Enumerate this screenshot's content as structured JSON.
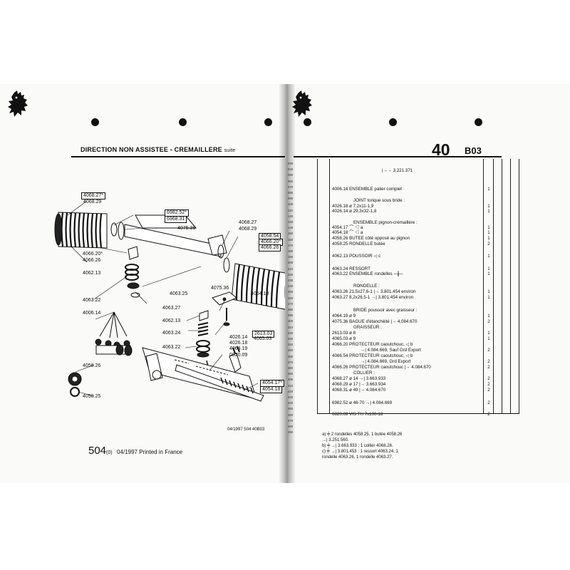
{
  "left_page": {
    "title": "DIRECTION NON ASSISTEE - CREMAILLERE",
    "title_suffix": "suite",
    "callouts": [
      {
        "text": "4068.27*"
      },
      {
        "text": "4068.29"
      },
      {
        "text": "6982.52*"
      },
      {
        "text": "6968.31"
      },
      {
        "text": "4075.36"
      },
      {
        "text": "4068.27"
      },
      {
        "text": "4068.29"
      },
      {
        "text": "4058.54"
      },
      {
        "text": "4066.20*"
      },
      {
        "text": "4066.26"
      },
      {
        "text": "4066.20*"
      },
      {
        "text": "4066.26"
      },
      {
        "text": "4062.13"
      },
      {
        "text": "4075.36"
      },
      {
        "text": "4063.22"
      },
      {
        "text": "4063.25"
      },
      {
        "text": "4063.27"
      },
      {
        "text": "4006.14"
      },
      {
        "text": "4064.19"
      },
      {
        "text": "4062.13"
      },
      {
        "text": "4063.24"
      },
      {
        "text": "4026.14"
      },
      {
        "text": "4026.18"
      },
      {
        "text": "4064.19"
      },
      {
        "text": "2613.03"
      },
      {
        "text": "4065.03"
      },
      {
        "text": "4063.22"
      },
      {
        "text": "0820.09"
      },
      {
        "text": "4058.26"
      },
      {
        "text": "4054.17*"
      },
      {
        "text": "4054.18"
      },
      {
        "text": "4058.25"
      }
    ],
    "ref_line": "04/1997  504  40B03",
    "model": "504",
    "model_suffix": "(0)",
    "footer_text": "04/1997  Printed in France"
  },
  "right_page": {
    "page_number": "40",
    "page_code": "B03",
    "line_numbers": [
      "030",
      "040",
      "050",
      "060",
      "070",
      "080",
      "090",
      "100",
      "110",
      "120",
      "130",
      "140",
      "150",
      "160",
      "170",
      "180",
      "190",
      "200",
      "210",
      "220",
      "230",
      "240",
      "250",
      "260",
      "270",
      "280",
      "290",
      "300",
      "310",
      "320",
      "330",
      "340",
      "350",
      "360",
      "370",
      "380",
      "390",
      "400",
      "410",
      "420",
      "430",
      "440",
      "450",
      "460",
      "470",
      "480",
      "490"
    ],
    "rows": [
      {
        "text": "|→→  3.221.371",
        "qty": ""
      },
      {
        "text": "4006.14 ENSEMBLE palier complet",
        "qty": "1"
      },
      {
        "text": "JOINT torique sous bride :",
        "qty": ""
      },
      {
        "text": "4026.18  ø 7,2x11-1,9",
        "qty": "1"
      },
      {
        "text": "4026.14  ø 29,3x32-1,8",
        "qty": "1"
      },
      {
        "text": "ENSEMBLE pignon-crémaillère :",
        "qty": ""
      },
      {
        "text": "4054.17  ⌒  ◁  a",
        "qty": "1"
      },
      {
        "text": "4054.18  ⌒  ◁  a",
        "qty": "1"
      },
      {
        "text": "4058.26 BUTEE côté opposé au pignon",
        "qty": "1"
      },
      {
        "text": "4058.25 RONDELLE butée",
        "qty": "2"
      },
      {
        "text": "4062.13 POUSSOIR  ◁  c",
        "qty": "1"
      },
      {
        "text": "4063.24 RESSORT",
        "qty": "1"
      },
      {
        "text": "4063.22 ENSEMBLE rondelles  ─╫─",
        "qty": "1"
      },
      {
        "text": "RONDELLE :",
        "qty": ""
      },
      {
        "text": "4063.26  21,5x27,6-1 |→  3.801.454 environ",
        "qty": "1"
      },
      {
        "text": "4063.27  8,2x26,5-1 →|  3.801.454 environ",
        "qty": "1"
      },
      {
        "text": "BRIDE poussoir avec graisseur :",
        "qty": ""
      },
      {
        "text": "4064.19  ø 9",
        "qty": "1"
      },
      {
        "text": "4075.36 BAGUE d'étanchéité |→  4.084.670",
        "qty": "2"
      },
      {
        "text": "GRAISSEUR :",
        "qty": ""
      },
      {
        "text": "2613.03  ø 8",
        "qty": "1"
      },
      {
        "text": "4065.03  ø 9",
        "qty": "1"
      },
      {
        "text": "4066.20 PROTECTEUR caoutchouc,  ◁  b",
        "qty": ""
      },
      {
        "text": "→|  4.084.669, Sauf Grd Export",
        "qty": "2"
      },
      {
        "text": "4066.54 PROTECTEUR caoutchouc,  ◁  b",
        "qty": ""
      },
      {
        "text": "→|  4.084.669, Grd Export",
        "qty": "2"
      },
      {
        "text": "4066.26 PROTECTEUR caoutchouc |→  4.084.670",
        "qty": "2"
      },
      {
        "text": "COLLIER :",
        "qty": ""
      },
      {
        "text": "4068.27  ø 14  →|  3.663.933",
        "qty": "2"
      },
      {
        "text": "4068.29  ø 17  |→  3.663.934",
        "qty": "2"
      },
      {
        "text": "4068.31  ø 49  |→  4.084.670",
        "qty": "2"
      },
      {
        "text": "6982.52  ø 46-70  →|  4.084.669",
        "qty": "2"
      },
      {
        "text": "0820.09 VIS TH 7x100-18",
        "qty": "2"
      }
    ],
    "notes": [
      "a)  ╪  2 rondelles 4058.25, 1 butée 4058.26",
      "     →|  3.251.560.",
      "b)  ╪  →|  3.663.933 ; 1 collier 4068.28.",
      "c)  ╪  →|  3.801.453 : 1 ressort 4063.24, 1",
      "     rondelle 4063.26, 1 rondelle 4063.27."
    ]
  }
}
